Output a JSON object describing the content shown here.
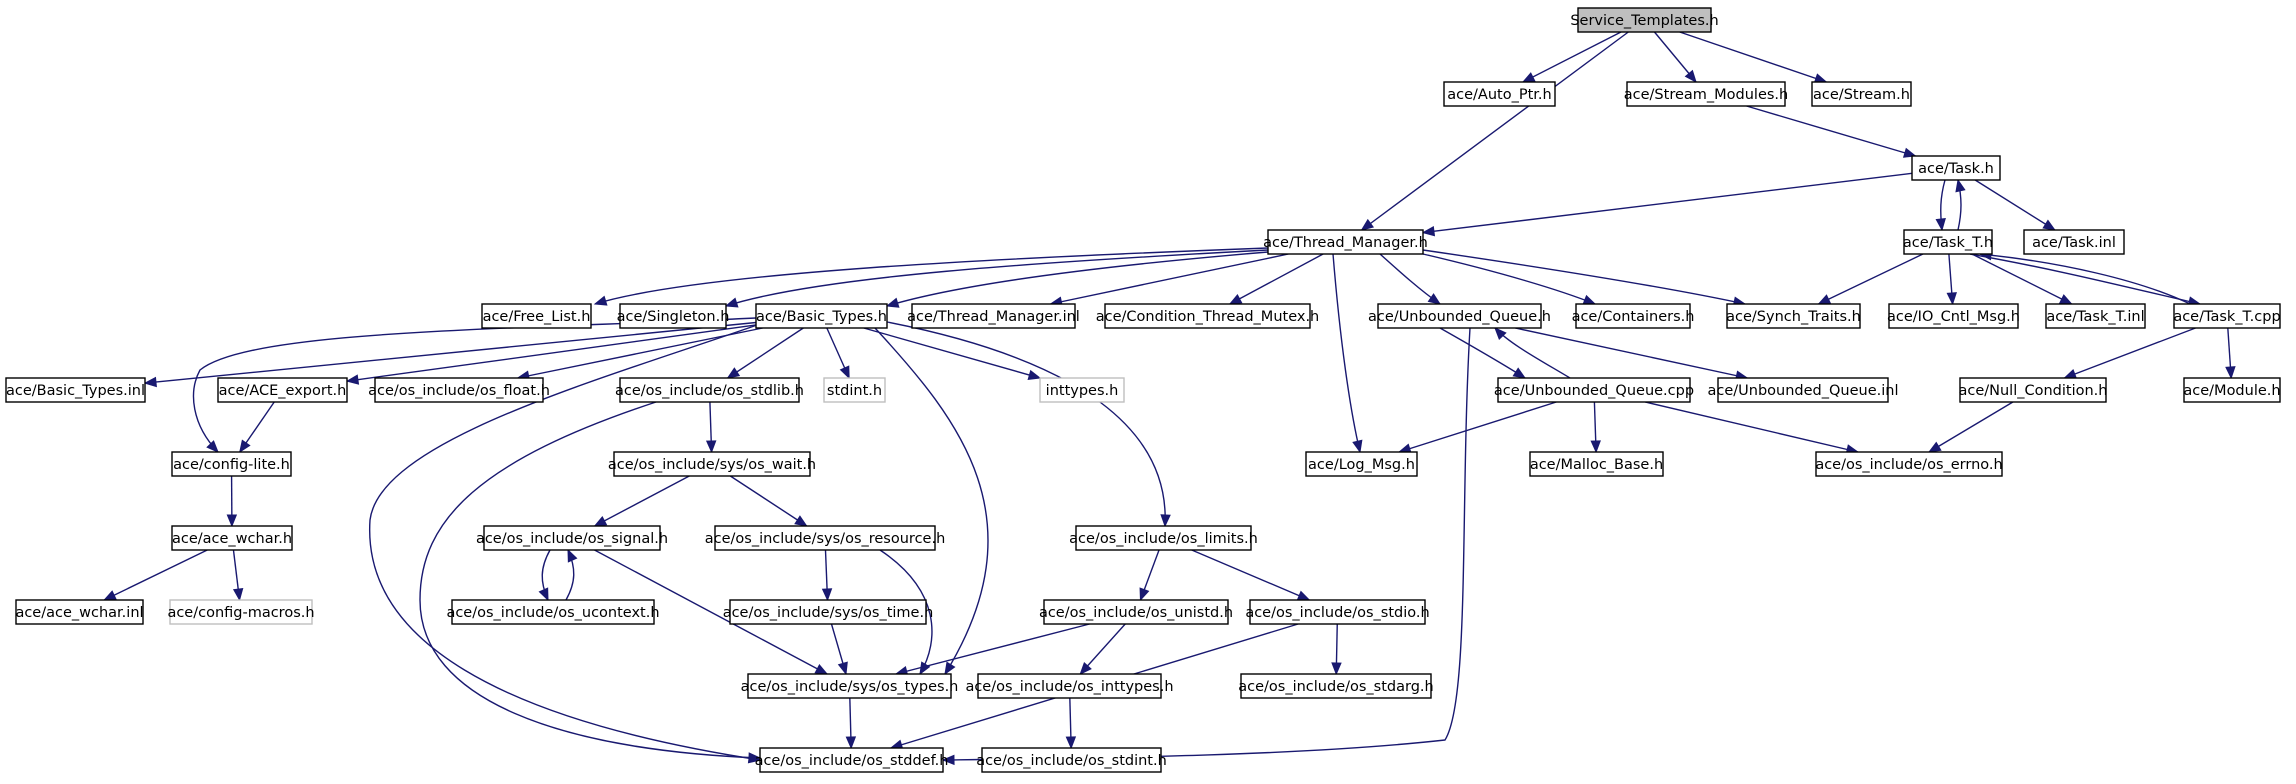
{
  "nodes": [
    {
      "id": "n0",
      "label": "Service_Templates.h",
      "kind": "root"
    },
    {
      "id": "n1",
      "label": "ace/Auto_Ptr.h"
    },
    {
      "id": "n2",
      "label": "ace/Stream_Modules.h"
    },
    {
      "id": "n3",
      "label": "ace/Stream.h"
    },
    {
      "id": "n4",
      "label": "ace/Task.h"
    },
    {
      "id": "n5",
      "label": "ace/Thread_Manager.h"
    },
    {
      "id": "n6",
      "label": "ace/Task_T.h"
    },
    {
      "id": "n7",
      "label": "ace/Task.inl"
    },
    {
      "id": "n8",
      "label": "ace/Free_List.h"
    },
    {
      "id": "n9",
      "label": "ace/Singleton.h"
    },
    {
      "id": "n10",
      "label": "ace/Basic_Types.h"
    },
    {
      "id": "n11",
      "label": "ace/Thread_Manager.inl"
    },
    {
      "id": "n12",
      "label": "ace/Condition_Thread_Mutex.h"
    },
    {
      "id": "n13",
      "label": "ace/Unbounded_Queue.h"
    },
    {
      "id": "n14",
      "label": "ace/Containers.h"
    },
    {
      "id": "n15",
      "label": "ace/Synch_Traits.h"
    },
    {
      "id": "n16",
      "label": "ace/IO_Cntl_Msg.h"
    },
    {
      "id": "n17",
      "label": "ace/Task_T.inl"
    },
    {
      "id": "n18",
      "label": "ace/Task_T.cpp"
    },
    {
      "id": "n19",
      "label": "ace/Basic_Types.inl"
    },
    {
      "id": "n20",
      "label": "ace/ACE_export.h"
    },
    {
      "id": "n21",
      "label": "ace/os_include/os_float.h"
    },
    {
      "id": "n22",
      "label": "ace/os_include/os_stdlib.h"
    },
    {
      "id": "n23",
      "label": "stdint.h",
      "kind": "ext"
    },
    {
      "id": "n24",
      "label": "inttypes.h",
      "kind": "ext"
    },
    {
      "id": "n25",
      "label": "ace/Unbounded_Queue.cpp"
    },
    {
      "id": "n26",
      "label": "ace/Unbounded_Queue.inl"
    },
    {
      "id": "n27",
      "label": "ace/Null_Condition.h"
    },
    {
      "id": "n28",
      "label": "ace/Module.h"
    },
    {
      "id": "n29",
      "label": "ace/config-lite.h"
    },
    {
      "id": "n30",
      "label": "ace/os_include/sys/os_wait.h"
    },
    {
      "id": "n31",
      "label": "ace/Log_Msg.h"
    },
    {
      "id": "n32",
      "label": "ace/Malloc_Base.h"
    },
    {
      "id": "n33",
      "label": "ace/os_include/os_errno.h"
    },
    {
      "id": "n34",
      "label": "ace/ace_wchar.h"
    },
    {
      "id": "n35",
      "label": "ace/os_include/os_signal.h"
    },
    {
      "id": "n36",
      "label": "ace/os_include/sys/os_resource.h"
    },
    {
      "id": "n37",
      "label": "ace/os_include/os_limits.h"
    },
    {
      "id": "n38",
      "label": "ace/ace_wchar.inl"
    },
    {
      "id": "n39",
      "label": "ace/config-macros.h",
      "kind": "ext"
    },
    {
      "id": "n40",
      "label": "ace/os_include/os_ucontext.h"
    },
    {
      "id": "n41",
      "label": "ace/os_include/sys/os_time.h"
    },
    {
      "id": "n42",
      "label": "ace/os_include/os_unistd.h"
    },
    {
      "id": "n43",
      "label": "ace/os_include/os_stdio.h"
    },
    {
      "id": "n44",
      "label": "ace/os_include/sys/os_types.h"
    },
    {
      "id": "n45",
      "label": "ace/os_include/os_inttypes.h"
    },
    {
      "id": "n46",
      "label": "ace/os_include/os_stdarg.h"
    },
    {
      "id": "n47",
      "label": "ace/os_include/os_stddef.h"
    },
    {
      "id": "n48",
      "label": "ace/os_include/os_stdint.h"
    }
  ],
  "edges": [
    [
      "n0",
      "n1"
    ],
    [
      "n0",
      "n2"
    ],
    [
      "n0",
      "n3"
    ],
    [
      "n0",
      "n5"
    ],
    [
      "n2",
      "n4"
    ],
    [
      "n4",
      "n5"
    ],
    [
      "n4",
      "n6"
    ],
    [
      "n4",
      "n7"
    ],
    [
      "n6",
      "n4"
    ],
    [
      "n6",
      "n15"
    ],
    [
      "n6",
      "n16"
    ],
    [
      "n6",
      "n17"
    ],
    [
      "n6",
      "n18"
    ],
    [
      "n18",
      "n6"
    ],
    [
      "n18",
      "n27"
    ],
    [
      "n18",
      "n28"
    ],
    [
      "n5",
      "n8"
    ],
    [
      "n5",
      "n9"
    ],
    [
      "n5",
      "n10"
    ],
    [
      "n5",
      "n11"
    ],
    [
      "n5",
      "n12"
    ],
    [
      "n5",
      "n13"
    ],
    [
      "n5",
      "n14"
    ],
    [
      "n5",
      "n15"
    ],
    [
      "n5",
      "n31"
    ],
    [
      "n10",
      "n19"
    ],
    [
      "n10",
      "n20"
    ],
    [
      "n10",
      "n21"
    ],
    [
      "n10",
      "n22"
    ],
    [
      "n10",
      "n23"
    ],
    [
      "n10",
      "n24"
    ],
    [
      "n10",
      "n29"
    ],
    [
      "n10",
      "n37"
    ],
    [
      "n10",
      "n44"
    ],
    [
      "n10",
      "n47"
    ],
    [
      "n20",
      "n29"
    ],
    [
      "n29",
      "n34"
    ],
    [
      "n34",
      "n38"
    ],
    [
      "n34",
      "n39"
    ],
    [
      "n22",
      "n30"
    ],
    [
      "n22",
      "n47"
    ],
    [
      "n30",
      "n35"
    ],
    [
      "n30",
      "n36"
    ],
    [
      "n35",
      "n40"
    ],
    [
      "n35",
      "n44"
    ],
    [
      "n40",
      "n35"
    ],
    [
      "n36",
      "n41"
    ],
    [
      "n36",
      "n44"
    ],
    [
      "n41",
      "n44"
    ],
    [
      "n37",
      "n42"
    ],
    [
      "n37",
      "n43"
    ],
    [
      "n42",
      "n44"
    ],
    [
      "n42",
      "n45"
    ],
    [
      "n43",
      "n46"
    ],
    [
      "n43",
      "n47"
    ],
    [
      "n45",
      "n48"
    ],
    [
      "n44",
      "n47"
    ],
    [
      "n13",
      "n25"
    ],
    [
      "n13",
      "n26"
    ],
    [
      "n13",
      "n47"
    ],
    [
      "n25",
      "n13"
    ],
    [
      "n25",
      "n31"
    ],
    [
      "n25",
      "n32"
    ],
    [
      "n25",
      "n33"
    ],
    [
      "n27",
      "n33"
    ]
  ]
}
